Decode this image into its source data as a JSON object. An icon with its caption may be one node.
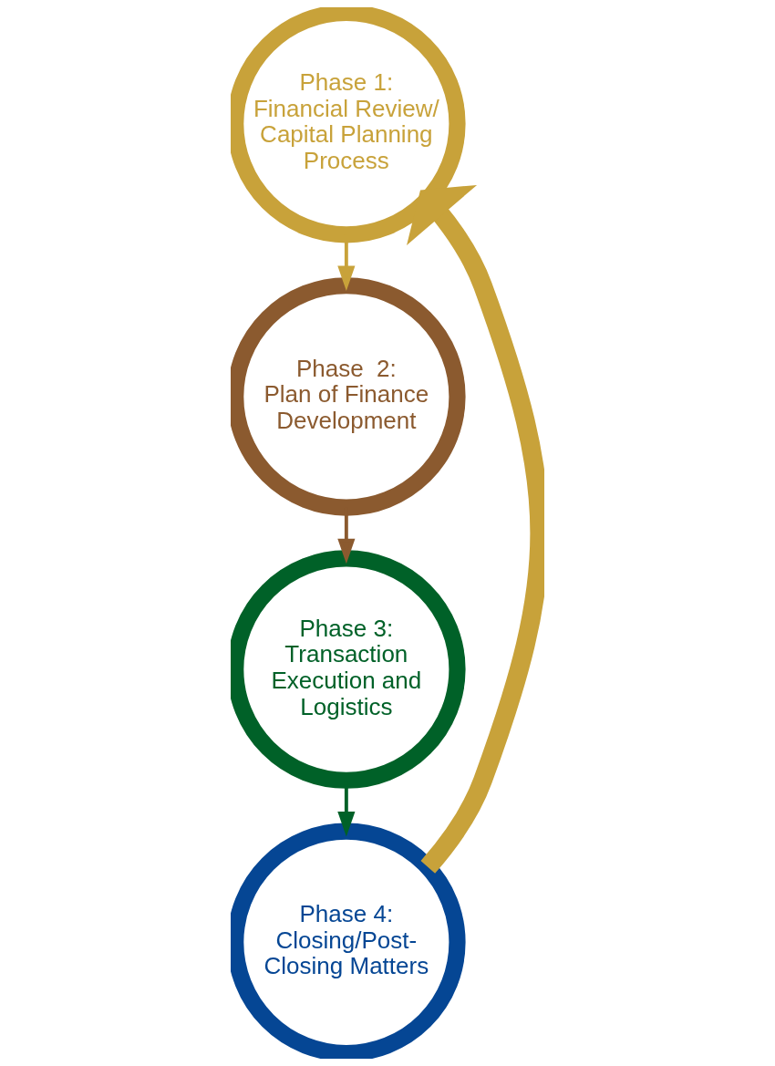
{
  "diagram": {
    "nodes": [
      {
        "text": [
          "Phase 1:",
          "Financial Review/ Capital Planning Process"
        ]
      },
      {
        "text": [
          "Phase  2:",
          "Plan of Finance Development"
        ]
      },
      {
        "text": [
          "Phase 3:",
          "Transaction Execution and Logistics"
        ]
      },
      {
        "text": [
          "Phase 4:",
          "Closing/Post- Closing Matters"
        ]
      }
    ],
    "edges": [
      {
        "from": 0,
        "to": 1,
        "arrow": "to",
        "color": "#c8a23a"
      },
      {
        "from": 1,
        "to": 2,
        "arrow": "to",
        "color": "#8b5a2f"
      },
      {
        "from": 2,
        "to": 3,
        "arrow": "to",
        "color": "#006128"
      },
      {
        "from": 3,
        "to": 0,
        "arrow": "to",
        "style": "thick",
        "color": "#c8a23a"
      }
    ]
  }
}
